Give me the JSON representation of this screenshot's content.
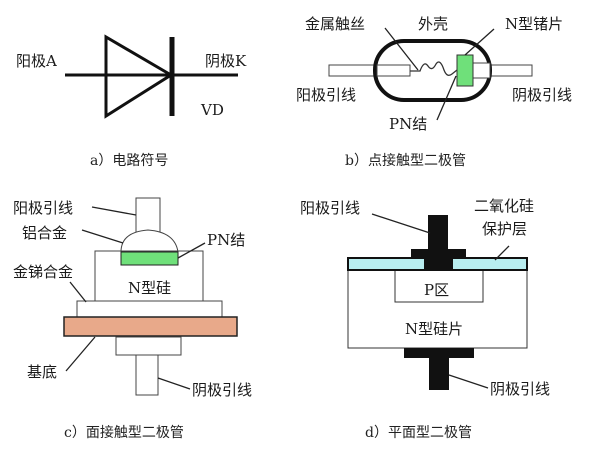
{
  "colors": {
    "line": "#111111",
    "green": "#6fe07a",
    "copper": "#e8a98a",
    "oxide": "#b9eef0",
    "body": "#ffffff"
  },
  "panel_a": {
    "anode": "阳极A",
    "cathode": "阴极K",
    "designator": "VD",
    "caption": "a）电路符号"
  },
  "panel_b": {
    "wire": "金属触丝",
    "shell": "外壳",
    "chip": "N型锗片",
    "anode_lead": "阳极引线",
    "cathode_lead": "阴极引线",
    "junction": "PN结",
    "caption": "b）点接触型二极管"
  },
  "panel_c": {
    "anode_lead": "阳极引线",
    "alloy": "铝合金",
    "junction": "PN结",
    "au_sb": "金锑合金",
    "silicon": "N型硅",
    "substrate": "基底",
    "cathode_lead": "阴极引线",
    "caption": "c）面接触型二极管"
  },
  "panel_d": {
    "anode_lead": "阳极引线",
    "oxide_1": "二氧化硅",
    "oxide_2": "保护层",
    "p_region": "P区",
    "wafer": "N型硅片",
    "cathode_lead": "阴极引线",
    "caption": "d）平面型二极管"
  }
}
